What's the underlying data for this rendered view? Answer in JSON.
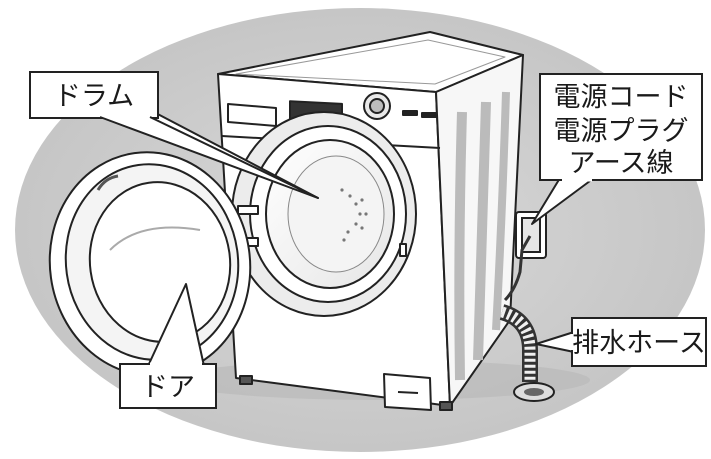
{
  "callouts": {
    "drum": "ドラム",
    "door": "ドア",
    "power": [
      "電源コード",
      "電源プラグ",
      "アース線"
    ],
    "drain": "排水ホース"
  }
}
